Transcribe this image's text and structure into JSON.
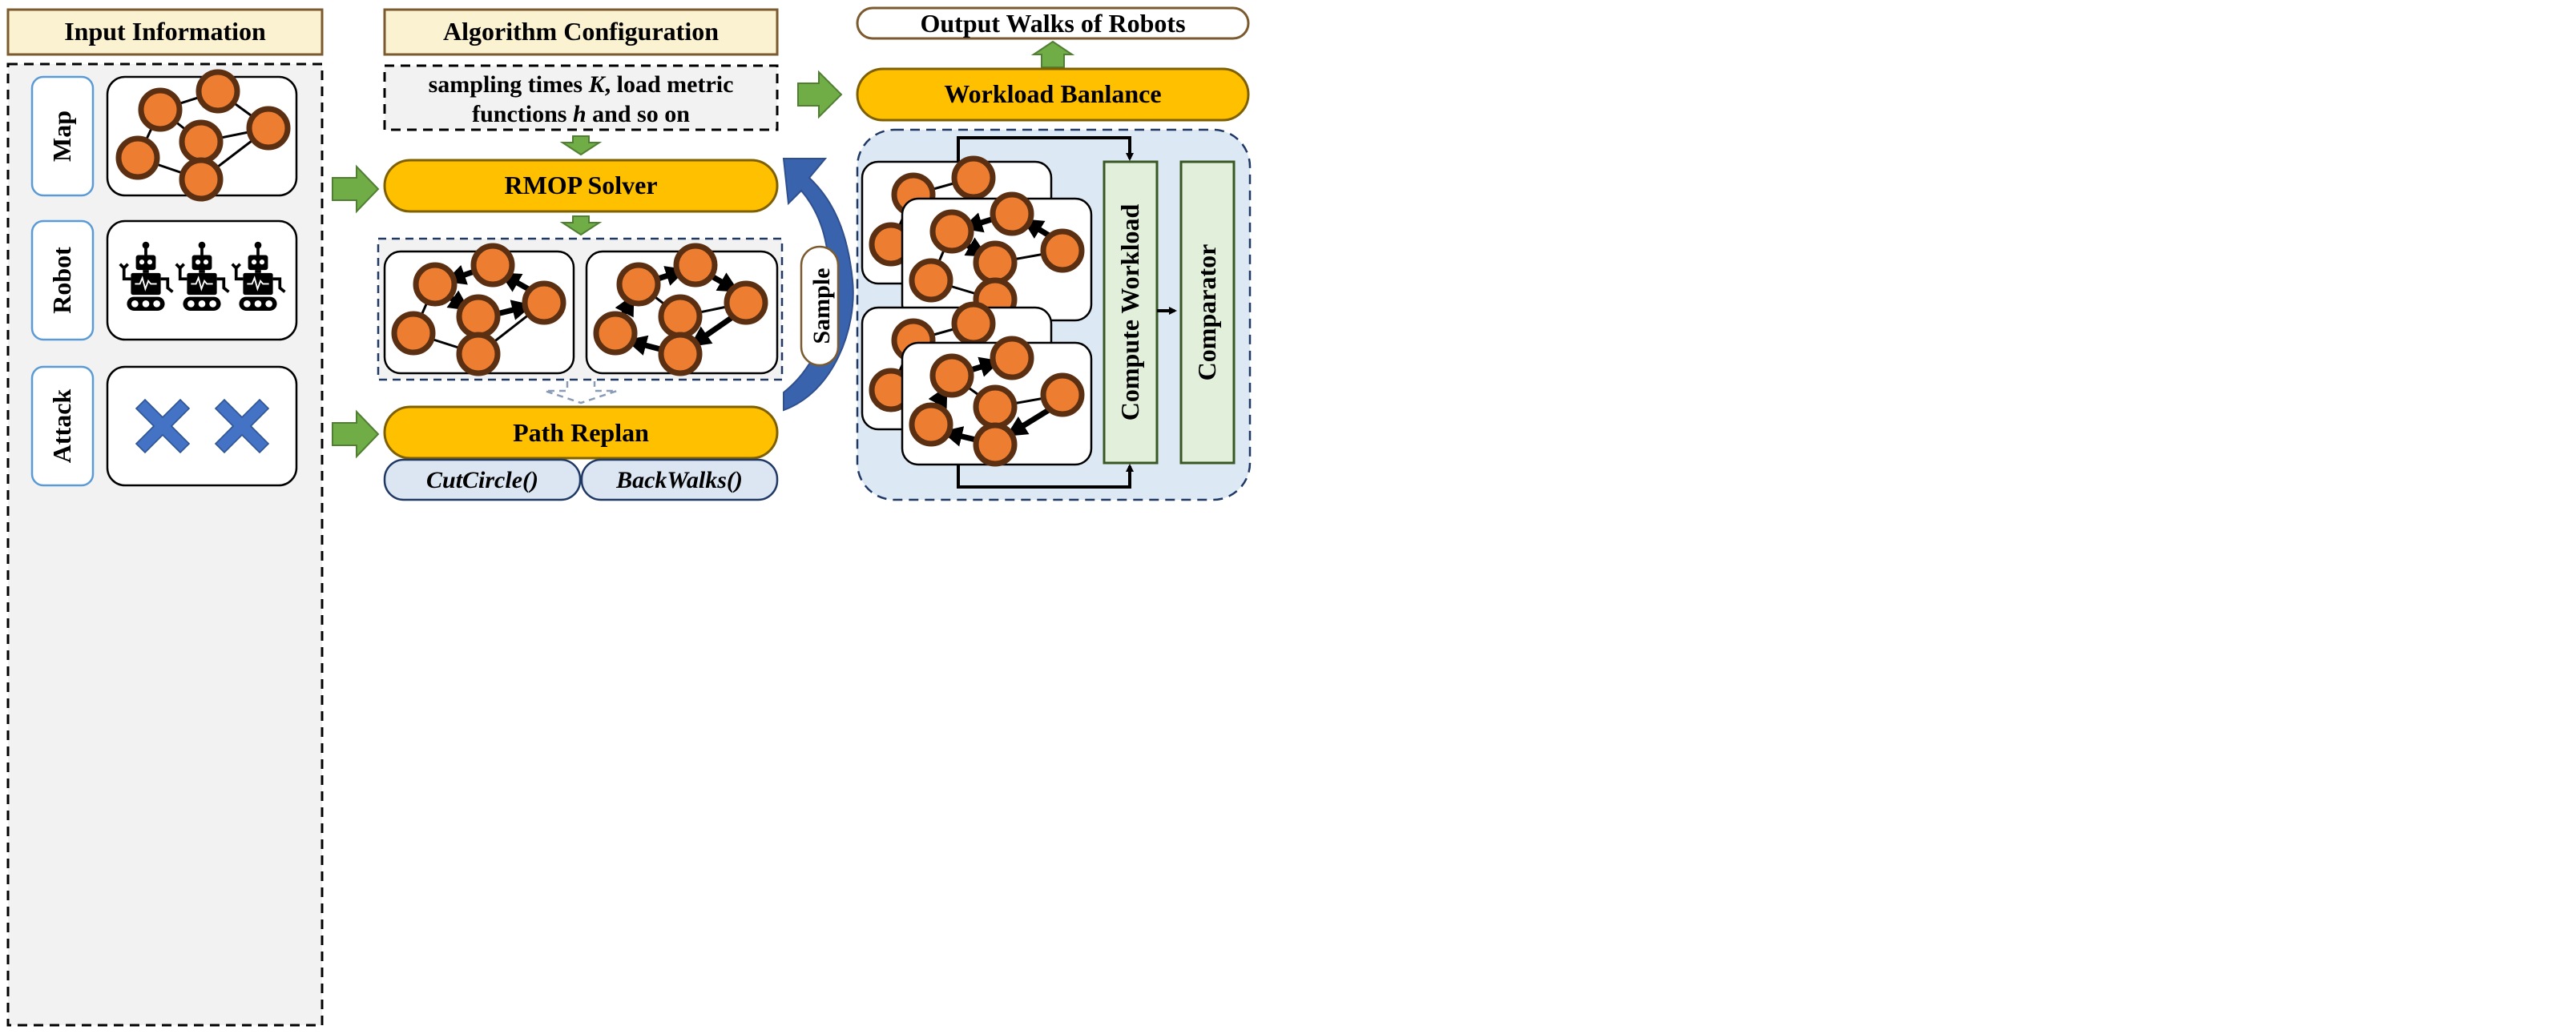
{
  "input": {
    "header": "Input Information",
    "labels": {
      "map": "Map",
      "robot": "Robot",
      "attack": "Attack"
    }
  },
  "config": {
    "header": "Algorithm Configuration",
    "line1_pre": "sampling times ",
    "line1_var": "K",
    "line1_post": ", load metric",
    "line2_pre": "functions ",
    "line2_var": "h",
    "line2_post": " and so on"
  },
  "solver": {
    "label": "RMOP Solver"
  },
  "replan": {
    "label": "Path Replan",
    "func1": "CutCircle()",
    "func2": "BackWalks()"
  },
  "sample": {
    "label": "Sample"
  },
  "output": {
    "header": "Output Walks of Robots",
    "balance": "Workload Banlance",
    "compute": "Compute Workload",
    "comparator": "Comparator"
  },
  "colors": {
    "header_fill": "#fbf2d2",
    "header_border": "#7a5a2e",
    "gold": "#ffc000",
    "green": "#70ad47",
    "node": "#ed7d31",
    "node_border": "#5b2f12",
    "panel_grey": "#f2f2f2",
    "panel_blue": "#dce9f5",
    "dash_blue": "#1f3864",
    "func_fill": "#dce6f2",
    "side_green": "#e2efda",
    "cross_blue": "#4472c4",
    "sample_arrow": "#3a63ad"
  }
}
